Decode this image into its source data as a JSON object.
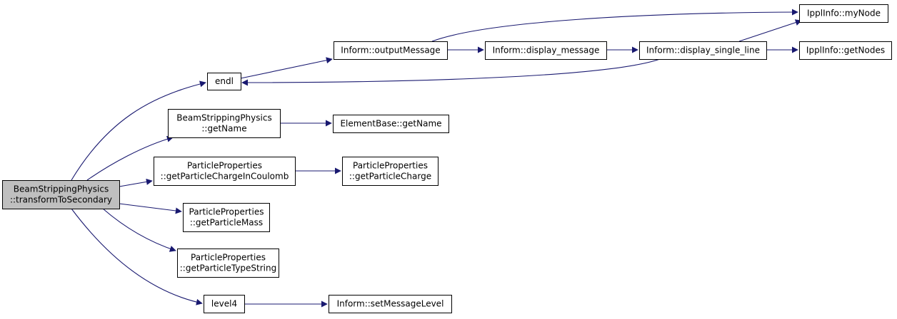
{
  "colors": {
    "edge": "#191970",
    "node_border": "#000000",
    "node_fill": "#ffffff",
    "current_node_fill": "#bfbfbf"
  },
  "nodes": [
    {
      "id": "root",
      "lines": [
        "BeamStrippingPhysics",
        "::transformToSecondary"
      ],
      "current": true
    },
    {
      "id": "endl",
      "lines": [
        "endl"
      ]
    },
    {
      "id": "outputMessage",
      "lines": [
        "Inform::outputMessage"
      ]
    },
    {
      "id": "display_message",
      "lines": [
        "Inform::display_message"
      ]
    },
    {
      "id": "display_single_line",
      "lines": [
        "Inform::display_single_line"
      ]
    },
    {
      "id": "myNode",
      "lines": [
        "IpplInfo::myNode"
      ]
    },
    {
      "id": "getNodes",
      "lines": [
        "IpplInfo::getNodes"
      ]
    },
    {
      "id": "bsp_getName",
      "lines": [
        "BeamStrippingPhysics",
        "::getName"
      ]
    },
    {
      "id": "eb_getName",
      "lines": [
        "ElementBase::getName"
      ]
    },
    {
      "id": "chargeCoulomb",
      "lines": [
        "ParticleProperties",
        "::getParticleChargeInCoulomb"
      ]
    },
    {
      "id": "charge",
      "lines": [
        "ParticleProperties",
        "::getParticleCharge"
      ]
    },
    {
      "id": "mass",
      "lines": [
        "ParticleProperties",
        "::getParticleMass"
      ]
    },
    {
      "id": "typeString",
      "lines": [
        "ParticleProperties",
        "::getParticleTypeString"
      ]
    },
    {
      "id": "level4",
      "lines": [
        "level4"
      ]
    },
    {
      "id": "setMessageLevel",
      "lines": [
        "Inform::setMessageLevel"
      ]
    }
  ],
  "edges": [
    {
      "from": "root",
      "to": "endl"
    },
    {
      "from": "root",
      "to": "bsp_getName"
    },
    {
      "from": "root",
      "to": "chargeCoulomb"
    },
    {
      "from": "root",
      "to": "mass"
    },
    {
      "from": "root",
      "to": "typeString"
    },
    {
      "from": "root",
      "to": "level4"
    },
    {
      "from": "endl",
      "to": "outputMessage"
    },
    {
      "from": "outputMessage",
      "to": "display_message"
    },
    {
      "from": "outputMessage",
      "to": "myNode"
    },
    {
      "from": "display_message",
      "to": "display_single_line"
    },
    {
      "from": "display_single_line",
      "to": "endl"
    },
    {
      "from": "display_single_line",
      "to": "myNode"
    },
    {
      "from": "display_single_line",
      "to": "getNodes"
    },
    {
      "from": "bsp_getName",
      "to": "eb_getName"
    },
    {
      "from": "chargeCoulomb",
      "to": "charge"
    },
    {
      "from": "level4",
      "to": "setMessageLevel"
    }
  ]
}
